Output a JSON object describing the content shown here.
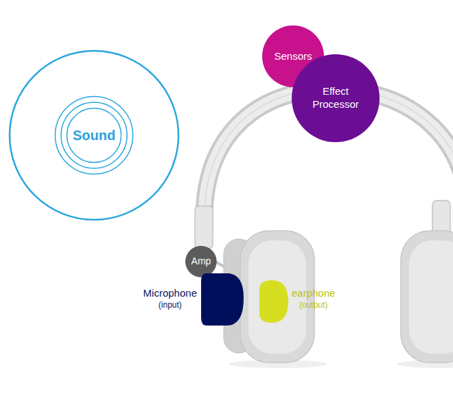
{
  "diagram": {
    "nodes": [
      {
        "text": [
          "Sound"
        ]
      },
      {
        "text": [
          "Sensors"
        ]
      },
      {
        "text": [
          "Effect Processor"
        ]
      },
      {
        "text": [
          "Amp"
        ]
      },
      {
        "text": [
          "Microphone",
          "(input)"
        ]
      },
      {
        "text": [
          "earphone",
          "(output)"
        ]
      }
    ]
  }
}
